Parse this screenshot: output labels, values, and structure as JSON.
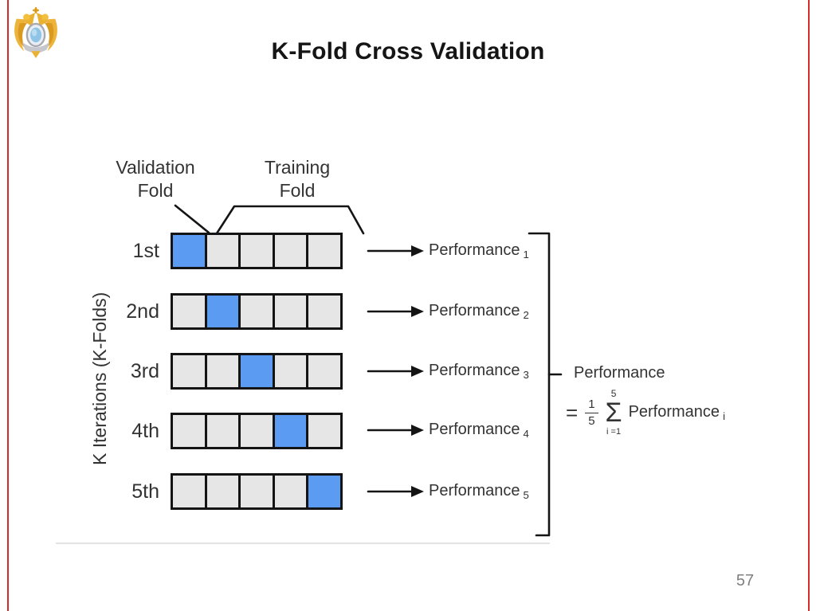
{
  "page": {
    "title": "K-Fold Cross Validation",
    "page_number": "57",
    "logo": "double-eagle-ministry-emblem"
  },
  "colors": {
    "validation_cell": "#5b9bf2",
    "training_cell": "#e6e6e6",
    "cell_border": "#141414",
    "diagram_text": "#333333",
    "accent_red": "#d11414",
    "page_number": "#7f7f7f"
  },
  "diagram": {
    "validation_fold_line1": "Validation",
    "validation_fold_line2": "Fold",
    "training_fold_line1": "Training",
    "training_fold_line2": "Fold",
    "y_axis_label": "K Iterations (K-Folds)",
    "num_folds": 5,
    "rows": [
      {
        "label": "1st",
        "validation_index": 0,
        "performance_label": "Performance",
        "performance_subscript": "1"
      },
      {
        "label": "2nd",
        "validation_index": 1,
        "performance_label": "Performance",
        "performance_subscript": "2"
      },
      {
        "label": "3rd",
        "validation_index": 2,
        "performance_label": "Performance",
        "performance_subscript": "3"
      },
      {
        "label": "4th",
        "validation_index": 3,
        "performance_label": "Performance",
        "performance_subscript": "4"
      },
      {
        "label": "5th",
        "validation_index": 4,
        "performance_label": "Performance",
        "performance_subscript": "5"
      }
    ],
    "summary": {
      "bracket_label": "Performance",
      "equals": "=",
      "fraction_numerator": "1",
      "fraction_denominator": "5",
      "sigma_upper": "5",
      "sigma_symbol": "Σ",
      "sigma_lower": "i =1",
      "term_label": "Performance",
      "term_subscript": "i"
    }
  }
}
